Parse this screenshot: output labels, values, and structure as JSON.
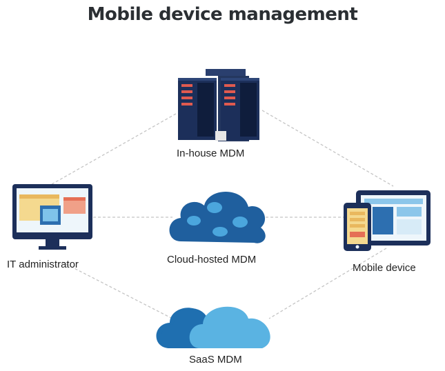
{
  "title": "Mobile device management",
  "nodes": {
    "in_house": {
      "label": "In-house MDM"
    },
    "cloud_hosted": {
      "label": "Cloud-hosted MDM"
    },
    "it_admin": {
      "label": "IT administrator"
    },
    "mobile_device": {
      "label": "Mobile device"
    },
    "saas": {
      "label": "SaaS MDM"
    }
  },
  "colors": {
    "navy": "#1c2f5a",
    "server_red": "#e05a4f",
    "cloud_blue": "#1f6fb0",
    "cloud_light": "#5ab3e2",
    "dashed_line": "#c9c9c9"
  }
}
